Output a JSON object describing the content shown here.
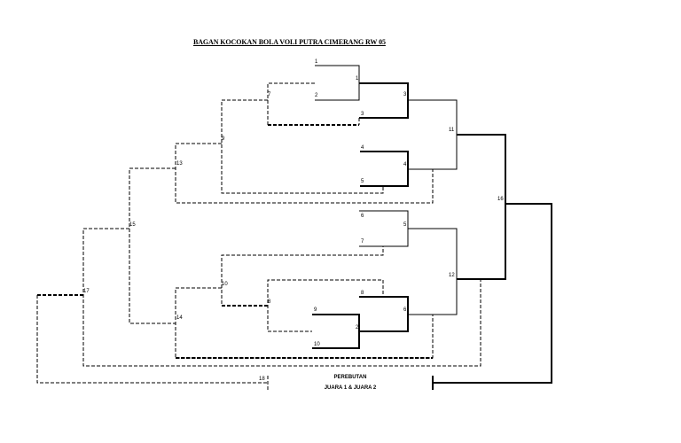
{
  "title": "BAGAN KOCOKAN  BOLA VOLI PUTRA CIMERANG RW 05",
  "labels": {
    "n1": "1",
    "n2": "2",
    "n3": "3",
    "n4": "4",
    "n5": "5",
    "n6": "6",
    "n7": "7",
    "n8": "8",
    "n9": "9",
    "n10": "10",
    "m1": "1",
    "m2": "2",
    "m3": "3",
    "m4": "4",
    "m5": "5",
    "m6": "6",
    "m7": "7",
    "m8": "8",
    "m9": "9",
    "m10": "10",
    "m11": "11",
    "m12": "12",
    "m13": "13",
    "m14": "14",
    "m15": "15",
    "m16": "16",
    "m17": "17",
    "m18": "18"
  },
  "final": {
    "line1": "PEREBUTAN",
    "line2": "JUARA 1 & JUARA 2"
  }
}
